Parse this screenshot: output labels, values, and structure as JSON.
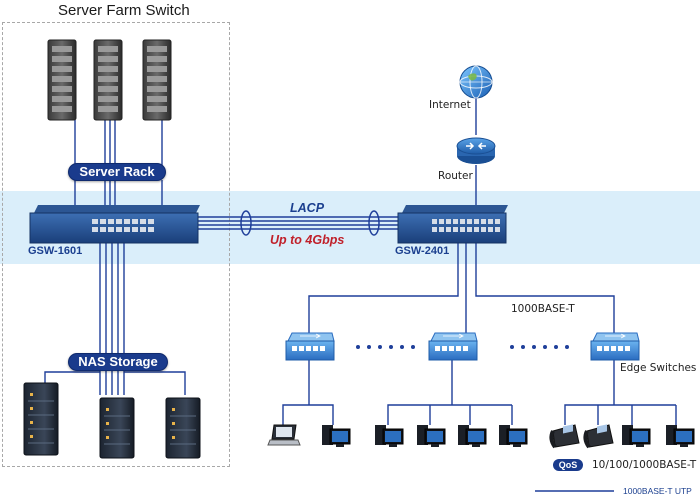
{
  "title": "Server Farm Switch",
  "labels": {
    "server_rack": "Server Rack",
    "nas_storage": "NAS Storage",
    "switch_left": "GSW-1601",
    "switch_right": "GSW-2401",
    "lacp": "LACP",
    "speed": "Up to 4Gbps",
    "internet": "Internet",
    "router": "Router",
    "uplink": "1000BASE-T",
    "edge_switches": "Edge Switches",
    "qos": "QoS",
    "qos_speed": "10/100/1000BASE-T",
    "legend": "1000BASE-T UTP"
  },
  "colors": {
    "line": "#1f3f9a",
    "band": "#daeefa",
    "accent": "#1a3b8c",
    "speed": "#c0202a"
  },
  "icons": [
    "server-rack-icon",
    "nas-storage-icon",
    "switch-icon",
    "globe-icon",
    "router-icon",
    "edge-switch-icon",
    "laptop-icon",
    "desktop-pc-icon",
    "ip-phone-icon"
  ]
}
